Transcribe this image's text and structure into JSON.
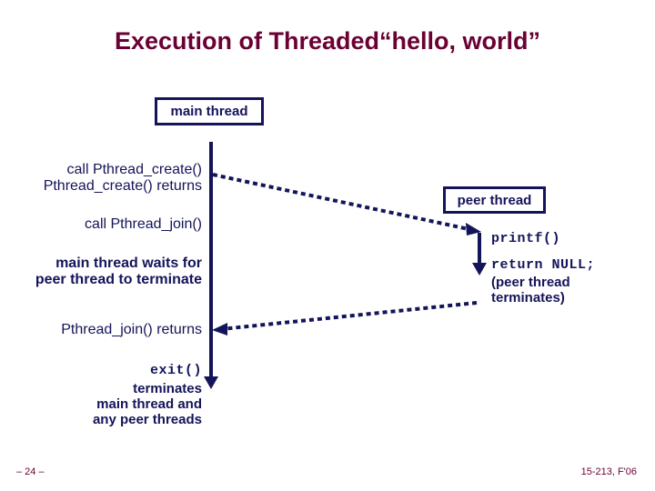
{
  "slide": {
    "title": "Execution of Threaded“hello, world”",
    "colors": {
      "title": "#6B0033",
      "diagram": "#14145A",
      "footer": "#6B0033",
      "background": "#FFFFFF"
    }
  },
  "diagram": {
    "main_thread_box_label": "main thread",
    "peer_thread_box_label": "peer thread",
    "main_column": {
      "call_create": "call Pthread_create()\nPthread_create() returns",
      "call_join": "call Pthread_join()",
      "waits": "main thread waits for\npeer  thread to terminate",
      "join_returns": "Pthread_join() returns",
      "exit_call": "exit()",
      "exit_effect": "terminates\nmain thread and\nany peer threads"
    },
    "peer_column": {
      "printf": "printf()",
      "return_null": "return NULL;",
      "terminates": "(peer thread\nterminates)"
    }
  },
  "footer": {
    "page": "– 24 –",
    "course": "15-213, F'06"
  }
}
